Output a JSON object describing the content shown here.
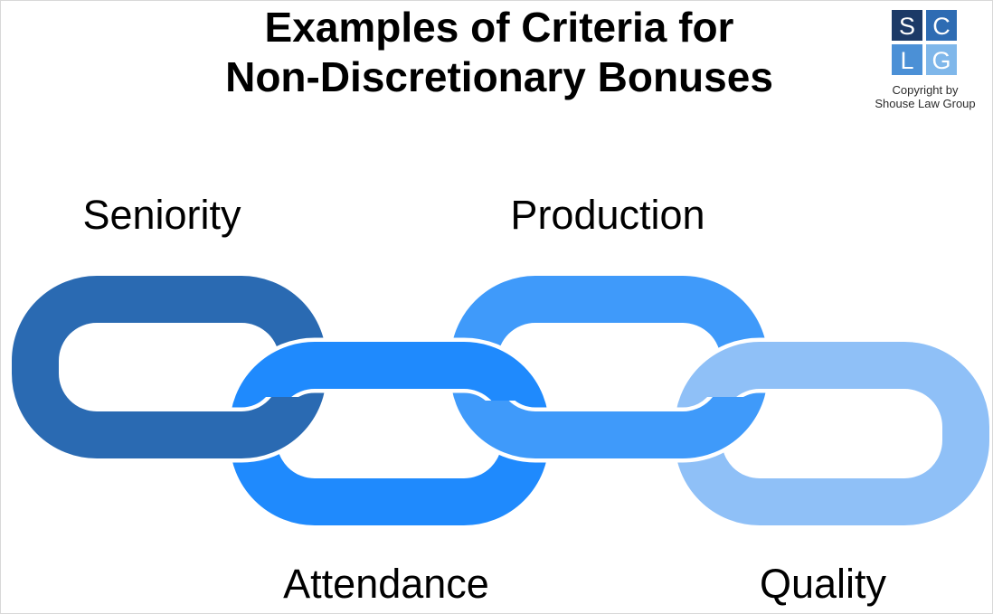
{
  "header": {
    "title_line1": "Examples of Criteria for",
    "title_line2": "Non-Discretionary Bonuses"
  },
  "logo": {
    "tiles": [
      {
        "letter": "S",
        "color": "#1c3a67"
      },
      {
        "letter": "C",
        "color": "#2e6cb3"
      },
      {
        "letter": "L",
        "color": "#4b90d6"
      },
      {
        "letter": "G",
        "color": "#7fb7ea"
      }
    ],
    "letter_color": "#ffffff",
    "copyright_line1": "Copyright by",
    "copyright_line2": "Shouse Law Group"
  },
  "chain": {
    "outline_color": "#ffffff",
    "links": [
      {
        "label": "Seniority",
        "color": "#2a6ab2",
        "row": "top"
      },
      {
        "label": "Attendance",
        "color": "#1f8afd",
        "row": "bottom"
      },
      {
        "label": "Production",
        "color": "#3f9afa",
        "row": "top"
      },
      {
        "label": "Quality",
        "color": "#8fc0f7",
        "row": "bottom"
      }
    ]
  }
}
